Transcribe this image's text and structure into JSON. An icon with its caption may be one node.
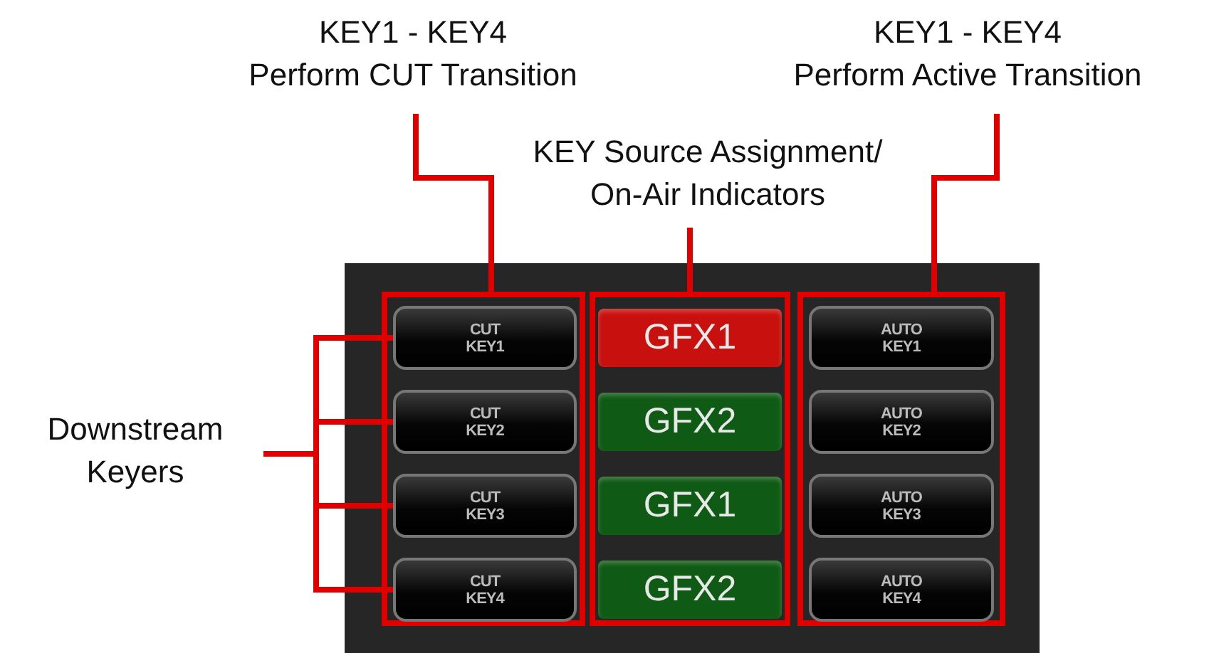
{
  "diagram": {
    "nodes": [
      {
        "text": [
          "KEY1 - KEY4",
          "Perform CUT Transition"
        ]
      },
      {
        "text": [
          "KEY1 - KEY4",
          "Perform Active Transition"
        ]
      },
      {
        "text": [
          "KEY Source Assignment/",
          "On-Air Indicators"
        ]
      },
      {
        "text": [
          "Downstream Keyers"
        ]
      },
      {
        "text": [],
        "shape": "box"
      },
      {
        "text": [],
        "shape": "box",
        "in": 4
      },
      {
        "text": [],
        "shape": "box",
        "in": 4
      },
      {
        "text": [],
        "shape": "box",
        "in": 4
      },
      {
        "text": [
          "CUT KEY1"
        ],
        "in": 5
      },
      {
        "text": [
          "CUT KEY2"
        ],
        "in": 5
      },
      {
        "text": [
          "CUT KEY3"
        ],
        "in": 5
      },
      {
        "text": [
          "CUT KEY4"
        ],
        "in": 5
      },
      {
        "text": [
          "GFX1"
        ],
        "in": 6
      },
      {
        "text": [
          "GFX2"
        ],
        "in": 6
      },
      {
        "text": [
          "GFX1"
        ],
        "in": 6
      },
      {
        "text": [
          "GFX2"
        ],
        "in": 6
      },
      {
        "text": [
          "AUTO KEY1"
        ],
        "in": 7
      },
      {
        "text": [
          "AUTO KEY2"
        ],
        "in": 7
      },
      {
        "text": [
          "AUTO KEY3"
        ],
        "in": 7
      },
      {
        "text": [
          "AUTO KEY4"
        ],
        "in": 7
      }
    ],
    "edges": [
      {
        "from": 0,
        "to": 5,
        "arrow": "none"
      },
      {
        "from": 1,
        "to": 7,
        "arrow": "none"
      },
      {
        "from": 2,
        "to": 6,
        "arrow": "none"
      },
      {
        "from": 3,
        "to": 8,
        "arrow": "none"
      },
      {
        "from": 3,
        "to": 9,
        "arrow": "none"
      },
      {
        "from": 3,
        "to": 10,
        "arrow": "none"
      },
      {
        "from": 3,
        "to": 11,
        "arrow": "none"
      }
    ]
  }
}
